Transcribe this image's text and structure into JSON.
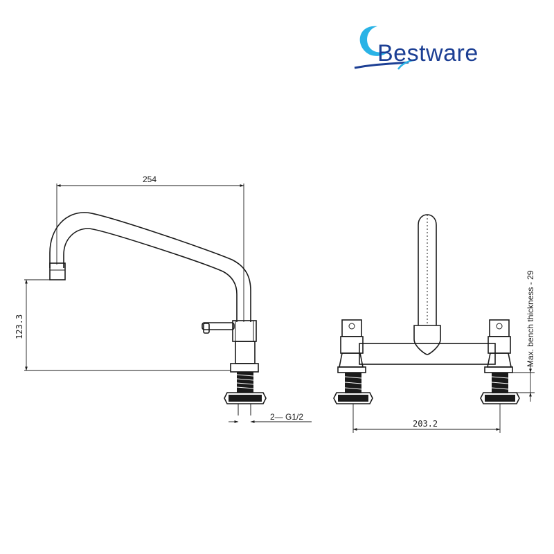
{
  "logo": {
    "brand_name": "Bestware",
    "colors": {
      "primary": "#1c3f94",
      "accent": "#2ab3e6"
    }
  },
  "dimensions": {
    "spout_reach": "254",
    "outlet_height": "123.3",
    "thread_note": "2— G1/2",
    "center_distance": "203.2",
    "bench_note": "Max. bench thickness - 29"
  },
  "colors": {
    "line": "#1a1a1a",
    "background": "#ffffff"
  }
}
